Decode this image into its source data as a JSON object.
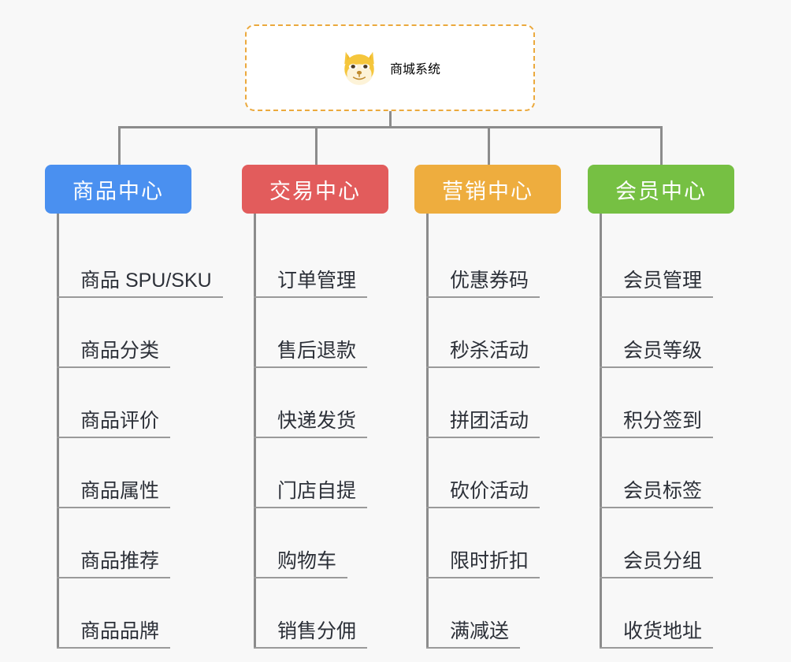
{
  "diagram": {
    "title": "商城系统",
    "logo_icon": "shiba-dog-face-icon",
    "background_color": "#f8f8f8",
    "root_border_color": "#eba93d",
    "root_title_color": "#e8b23c",
    "connector_color": "#8c8c8c",
    "item_text_color": "#2c3038",
    "item_underline_color": "#9a9a9a"
  },
  "categories": [
    {
      "label": "商品中心",
      "color": "#4a90f0",
      "items": [
        {
          "label": "商品 SPU/SKU"
        },
        {
          "label": "商品分类"
        },
        {
          "label": "商品评价"
        },
        {
          "label": "商品属性"
        },
        {
          "label": "商品推荐"
        },
        {
          "label": "商品品牌"
        }
      ]
    },
    {
      "label": "交易中心",
      "color": "#e25c5c",
      "items": [
        {
          "label": "订单管理"
        },
        {
          "label": "售后退款"
        },
        {
          "label": "快递发货"
        },
        {
          "label": "门店自提"
        },
        {
          "label": "购物车"
        },
        {
          "label": "销售分佣"
        }
      ]
    },
    {
      "label": "营销中心",
      "color": "#eead3e",
      "items": [
        {
          "label": "优惠券码"
        },
        {
          "label": "秒杀活动"
        },
        {
          "label": "拼团活动"
        },
        {
          "label": "砍价活动"
        },
        {
          "label": "限时折扣"
        },
        {
          "label": "满减送"
        }
      ]
    },
    {
      "label": "会员中心",
      "color": "#76c043",
      "items": [
        {
          "label": "会员管理"
        },
        {
          "label": "会员等级"
        },
        {
          "label": "积分签到"
        },
        {
          "label": "会员标签"
        },
        {
          "label": "会员分组"
        },
        {
          "label": "收货地址"
        }
      ]
    }
  ]
}
